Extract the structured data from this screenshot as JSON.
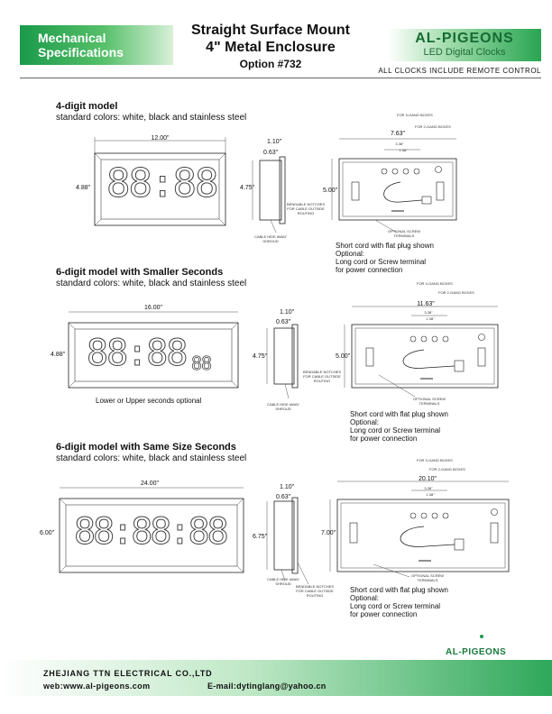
{
  "header": {
    "left_banner_line1": "Mechanical",
    "left_banner_line2": "Specifications",
    "title_line1": "Straight Surface Mount",
    "title_line2": "4\" Metal Enclosure",
    "option": "Option #732",
    "brand": "AL-PIGEONS",
    "brand_sub": "LED  Digital Clocks",
    "remote_note": "ALL CLOCKS INCLUDE REMOTE CONTROL"
  },
  "sections": [
    {
      "title": "4-digit model",
      "subtitle": "standard colors: white, black and stainless steel",
      "display": "88:88",
      "front_width": "12.00\"",
      "front_height": "4.88\"",
      "side_top1": "1.10\"",
      "side_top2": "0.63\"",
      "side_height": "4.75\"",
      "back_top1": "7.63\"",
      "back_top2": "3.38\"",
      "back_top3": "1.38\"",
      "back_height": "5.00\"",
      "callout_3gang": "FOR 3-GANG BOXES",
      "callout_2gang": "FOR 2-GANG BOXES",
      "bendable": "BENDABLE NOTCHES FOR CABLE OUTSIDE ROUTING",
      "cable_shroud": "CABLE HIDE AWAY SHROUD",
      "optional_term": "OPTIONAL SCREW TERMINALS",
      "note1": "Short cord with flat plug shown",
      "note2": "Optional:",
      "note3": "Long cord or Screw terminal",
      "note4": "for power connection"
    },
    {
      "title": "6-digit model with Smaller Seconds",
      "subtitle": "standard colors: white, black and stainless steel",
      "display": "88:88",
      "seconds": "88",
      "front_width": "16.00\"",
      "front_height": "4.88\"",
      "side_top1": "1.10\"",
      "side_top2": "0.63\"",
      "side_height": "4.75\"",
      "back_top1": "11.63\"",
      "back_top2": "3.38\"",
      "back_top3": "1.38\"",
      "back_height": "5.00\"",
      "callout_3gang": "FOR 3-GANG BOXES",
      "callout_2gang": "FOR 2-GANG BOXES",
      "bendable": "BENDABLE NOTCHES FOR CABLE OUTSIDE ROUTING",
      "cable_shroud": "CABLE HIDE AWAY SHROUD",
      "optional_term": "OPTIONAL SCREW TERMINALS",
      "seconds_note": "Lower or Upper seconds optional",
      "note1": "Short cord with flat plug shown",
      "note2": "Optional:",
      "note3": "Long cord or Screw terminal",
      "note4": "for power connection"
    },
    {
      "title": "6-digit model with Same Size Seconds",
      "subtitle": "standard colors: white, black and stainless steel",
      "display": "88:88:88",
      "front_width": "24.00\"",
      "front_height": "6.00\"",
      "side_top1": "1.10\"",
      "side_top2": "0.63\"",
      "side_height": "6.75\"",
      "back_top1": "20.10\"",
      "back_top2": "3.38\"",
      "back_top3": "1.38\"",
      "back_height": "7.00\"",
      "callout_3gang": "FOR 3-GANG BOXES",
      "callout_2gang": "FOR 2-GANG BOXES",
      "bendable": "BENDABLE NOTCHES FOR CABLE OUTSIDE ROUTING",
      "cable_shroud": "CABLE HIDE AWAY SHROUD",
      "optional_term": "OPTIONAL SCREW TERMINALS",
      "note1": "Short cord with flat plug shown",
      "note2": "Optional:",
      "note3": "Long cord or Screw terminal",
      "note4": "for power connection"
    }
  ],
  "footer": {
    "company": "ZHEJIANG TTN ELECTRICAL CO.,LTD",
    "web": "web:www.al-pigeons.com",
    "email": "E-mail:dytinglang@yahoo.cn",
    "logo_text": "AL-PIGEONS"
  },
  "colors": {
    "brand_green": "#1a9a4a",
    "dark_green": "#156b33"
  }
}
